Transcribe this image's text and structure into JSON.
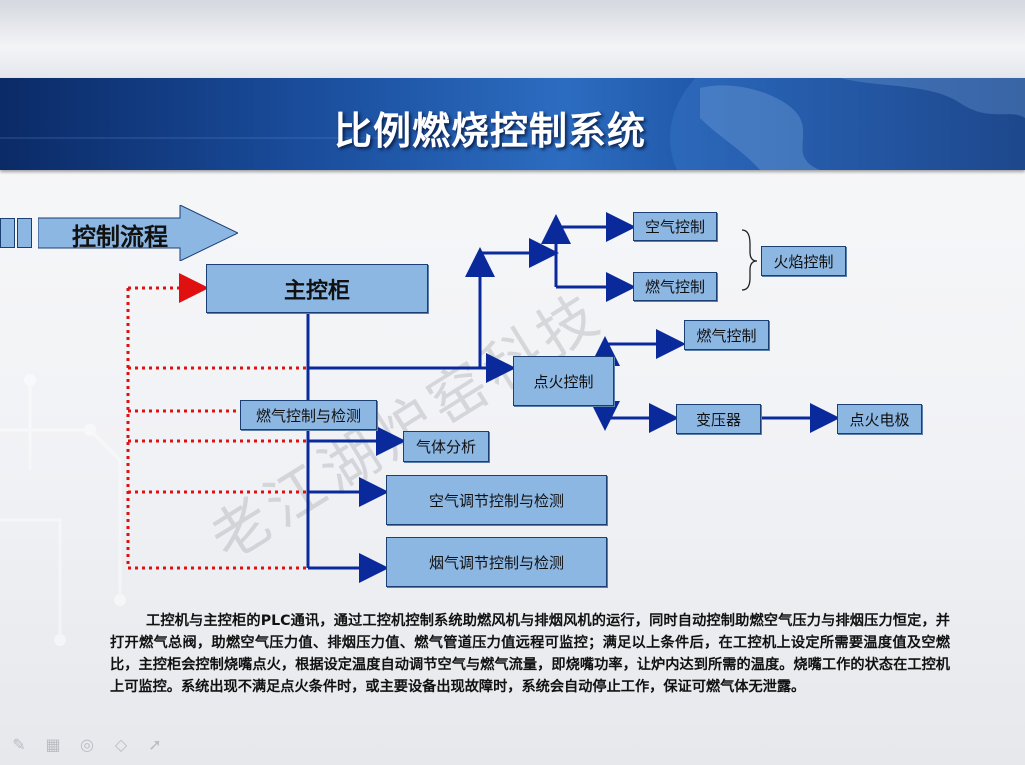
{
  "title": "比例燃烧控制系统",
  "flow_label": "控制流程",
  "nodes": {
    "main_cabinet": "主控柜",
    "air_control_top": "空气控制",
    "gas_control_top": "燃气控制",
    "flame_control": "火焰控制",
    "gas_control_mid": "燃气控制",
    "ignition_control": "点火控制",
    "transformer": "变压器",
    "ignition_electrode": "点火电极",
    "gas_control_detect": "燃气控制与检测",
    "gas_analysis": "气体分析",
    "air_adjust": "空气调节控制与检测",
    "flue_adjust": "烟气调节控制与检测"
  },
  "description": "工控机与主控柜的PLC通讯，通过工控机控制系统助燃风机与排烟风机的运行，同时自动控制助燃空气压力与排烟压力恒定，并打开燃气总阀，助燃空气压力值、排烟压力值、燃气管道压力值远程可监控；满足以上条件后，在工控机上设定所需要温度值及空燃比，主控柜会控制烧嘴点火，根据设定温度自动调节空气与燃气流量，即烧嘴功率，让炉内达到所需的温度。烧嘴工作的状态在工控机上可监控。系统出现不满足点火条件时，或主要设备出现故障时，系统会自动停止工作，保证可燃气体无泄露。",
  "colors": {
    "node_fill": "#8db7e3",
    "node_border": "#1b3e73",
    "wire_blue": "#0a2a9c",
    "wire_red": "#e01010",
    "banner": "#1a4d9c"
  },
  "toolbar": {
    "icons": [
      "pen-icon",
      "keyboard-icon",
      "ink-icon",
      "eraser-icon",
      "pointer-icon"
    ]
  }
}
